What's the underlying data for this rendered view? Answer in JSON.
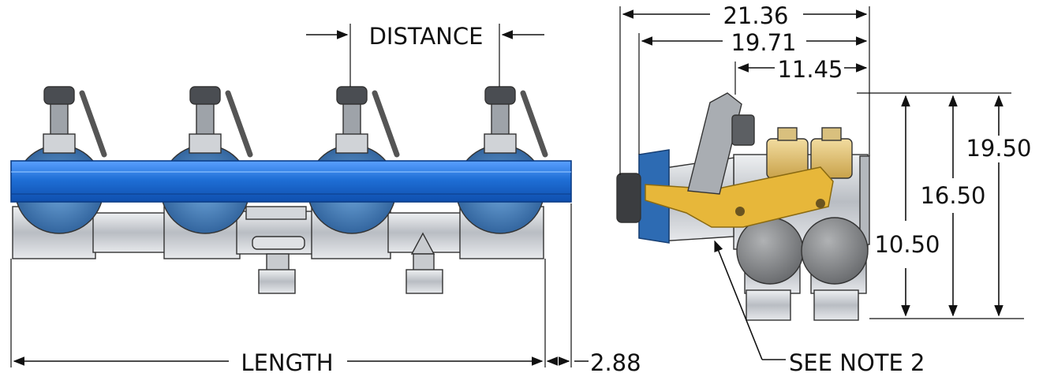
{
  "labels": {
    "distance": "DISTANCE",
    "length": "LENGTH",
    "offset": "2.88",
    "note": "SEE NOTE 2"
  },
  "dimensions": {
    "horizontal": [
      "21.36",
      "19.71",
      "11.45"
    ],
    "vertical": [
      "10.50",
      "16.50",
      "19.50"
    ]
  },
  "colors": {
    "manifold_blue": "#1f6fd6",
    "valve_blue": "#3b7fc4",
    "bracket_yellow": "#e7b73a",
    "body_gray": "#c9ccd1",
    "line": "#111111"
  }
}
